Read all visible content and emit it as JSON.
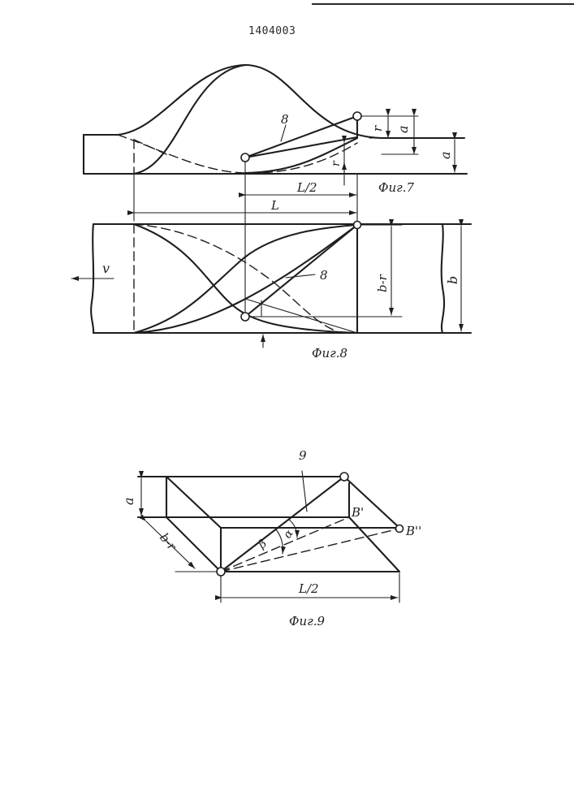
{
  "header": {
    "document_number": "1404003"
  },
  "fig7": {
    "caption": "Фиг.7",
    "label_part": "8",
    "label_r_top": "r",
    "label_a_inner": "a",
    "label_a_outer": "a",
    "label_r_low": "r",
    "label_half_l": "L/2",
    "label_l": "L"
  },
  "fig8": {
    "caption": "Фиг.8",
    "label_velocity": "v",
    "label_part": "8",
    "label_b_minus_r": "b-r",
    "label_b": "b"
  },
  "fig9": {
    "caption": "Фиг.9",
    "label_part": "9",
    "label_a": "a",
    "label_b_minus_r": "b-r",
    "label_b_prime": "B'",
    "label_b_double_prime": "B''",
    "label_alpha": "α",
    "label_beta": "β",
    "label_half_l": "L/2"
  }
}
